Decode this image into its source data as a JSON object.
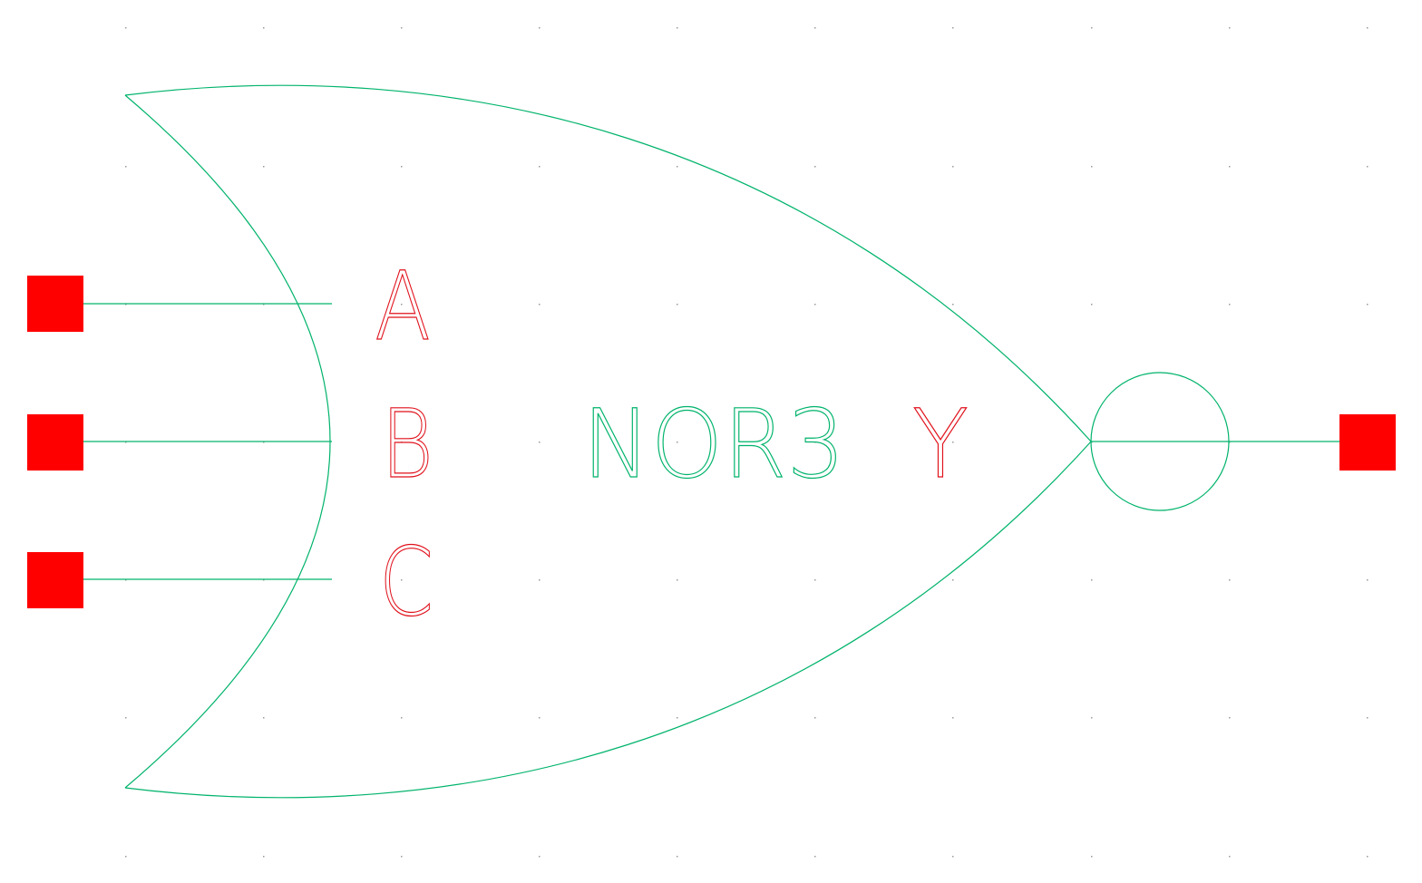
{
  "schematic": {
    "cell_name": "NOR3",
    "inputs": [
      {
        "name": "A"
      },
      {
        "name": "B"
      },
      {
        "name": "C"
      }
    ],
    "output": {
      "name": "Y"
    }
  },
  "colors": {
    "background": "#ffffff",
    "shape": "#00b36b",
    "pin": "#ff0000",
    "pin_label": "#e0101a",
    "grid_dot": "#9a9a9a"
  }
}
